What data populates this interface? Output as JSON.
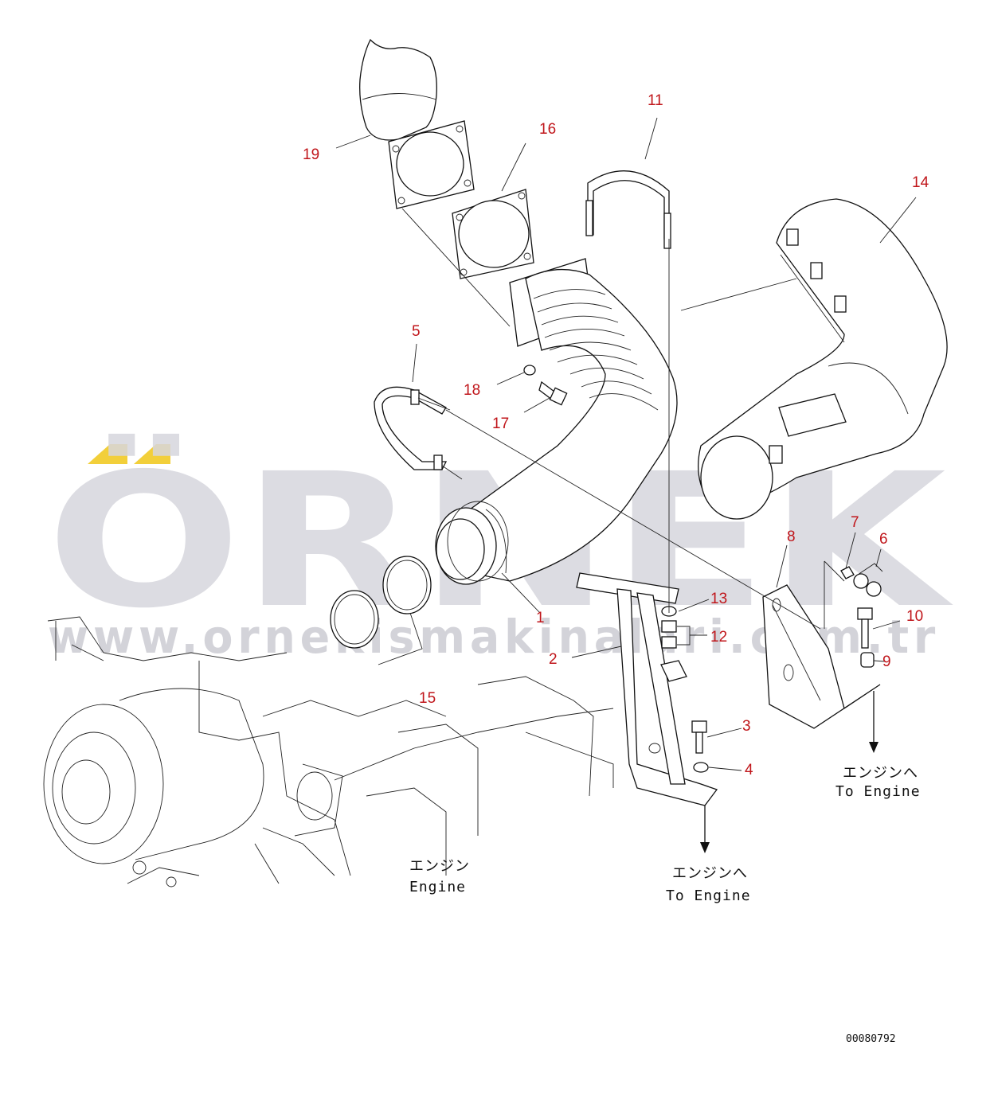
{
  "watermark": {
    "brand": "ÖRNEK",
    "url": "www.ornekismakinalari.com.tr",
    "accent_color": "#f2cf3a"
  },
  "callouts": [
    "1",
    "2",
    "3",
    "4",
    "5",
    "6",
    "7",
    "8",
    "9",
    "10",
    "11",
    "12",
    "13",
    "14",
    "15",
    "16",
    "17",
    "18",
    "19"
  ],
  "labels": {
    "engine_jp": "エンジン",
    "engine_en": "Engine",
    "to_engine_jp_1": "エンジンへ",
    "to_engine_en_1": "To Engine",
    "to_engine_jp_2": "エンジンへ",
    "to_engine_en_2": "To Engine"
  },
  "drawing_code": "00080792",
  "colors": {
    "callout": "#c0161b",
    "line": "#111111",
    "watermark": "#d7d7dd"
  }
}
